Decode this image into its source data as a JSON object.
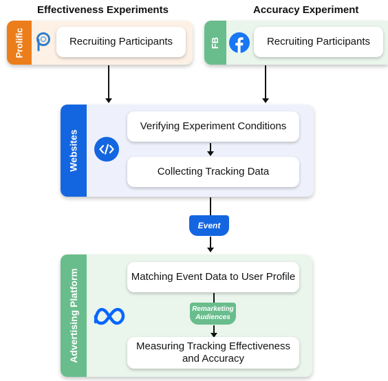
{
  "headings": {
    "effectiveness": "Effectiveness Experiments",
    "accuracy": "Accuracy Experiment"
  },
  "prolific_panel": {
    "tab_label": "Prolific",
    "card_label": "Recruiting Participants",
    "icon": "prolific-logo-icon"
  },
  "fb_panel": {
    "tab_label": "FB",
    "card_label": "Recruiting Participants",
    "icon": "facebook-logo-icon"
  },
  "websites_panel": {
    "tab_label": "Websites",
    "icon": "code-icon",
    "steps": [
      "Verifying Experiment Conditions",
      "Collecting Tracking Data"
    ]
  },
  "event_badge": "Event",
  "ad_platform_panel": {
    "tab_label": "Advertising Platform",
    "icon": "meta-logo-icon",
    "steps": [
      "Matching Event Data to User Profile",
      "Measuring Tracking Effectiveness and Accuracy"
    ],
    "badge": "Remarketing Audiences"
  },
  "colors": {
    "prolific_orange": "#ec7d1b",
    "prolific_bg": "#fdf1e6",
    "fb_green": "#69bd8c",
    "fb_bg": "#eaf5ec",
    "websites_blue": "#1466e0",
    "websites_bg": "#eef1fb",
    "ad_green": "#69bd8c",
    "ad_bg": "#eaf5ec",
    "facebook_blue": "#1877f2",
    "meta_blue": "#0866ff"
  }
}
